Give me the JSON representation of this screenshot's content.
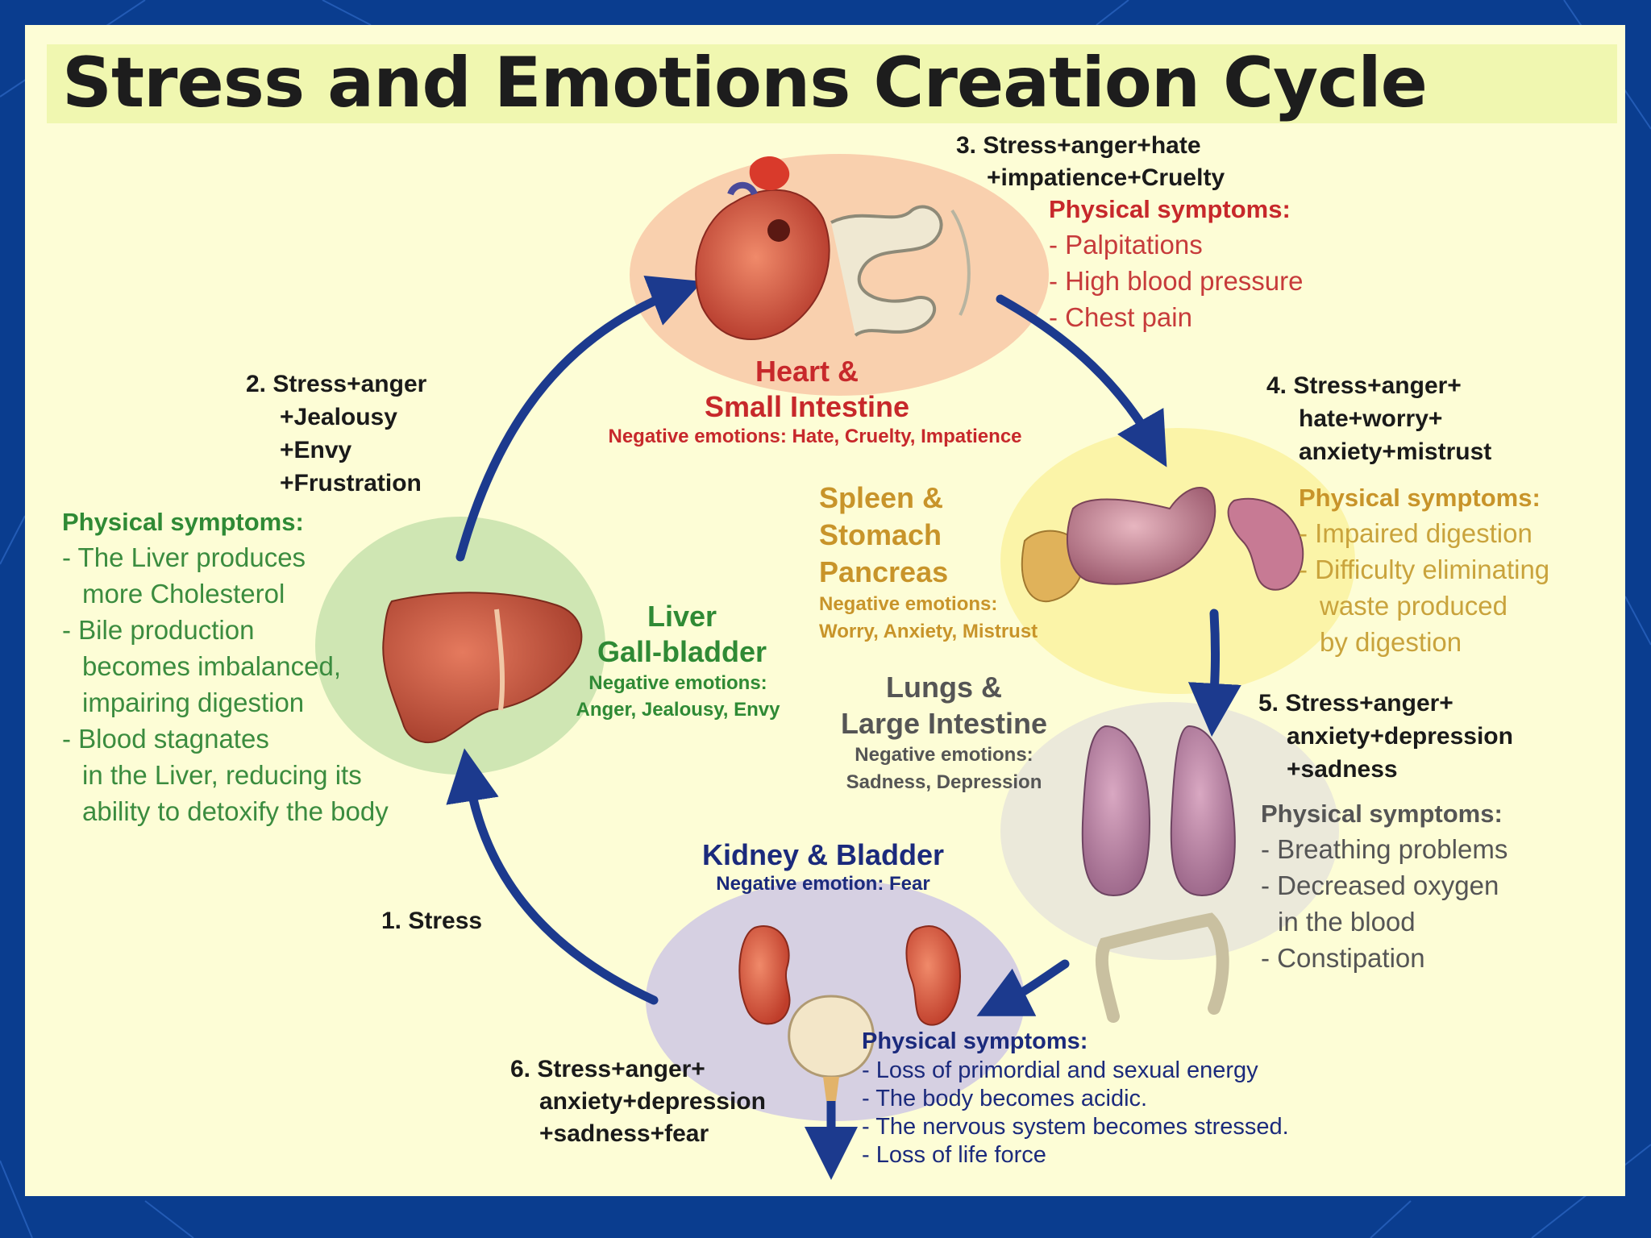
{
  "title": "Stress and Emotions Creation Cycle",
  "stages": {
    "s1": {
      "label": "1. Stress"
    },
    "s2": {
      "lines": [
        "2. Stress+anger",
        "+Jealousy",
        "+Envy",
        "+Frustration"
      ]
    },
    "s3": {
      "lines": [
        "3. Stress+anger+hate",
        "+impatience+Cruelty"
      ]
    },
    "s4": {
      "lines": [
        "4. Stress+anger+",
        "hate+worry+",
        "anxiety+mistrust"
      ]
    },
    "s5": {
      "lines": [
        "5. Stress+anger+",
        "anxiety+depression",
        "+sadness"
      ]
    },
    "s6": {
      "lines": [
        "6. Stress+anger+",
        "anxiety+depression",
        "+sadness+fear"
      ]
    }
  },
  "organs": {
    "liver": {
      "name_lines": [
        "Liver",
        "Gall-bladder"
      ],
      "emotions_lines": [
        "Negative emotions:",
        "Anger, Jealousy, Envy"
      ],
      "symptoms_heading": "Physical symptoms:",
      "symptoms_lines": [
        "- The Liver produces",
        "more Cholesterol",
        "- Bile production",
        "becomes imbalanced,",
        "impairing digestion",
        "- Blood stagnates",
        "in the Liver, reducing its",
        "ability to detoxify the body"
      ]
    },
    "heart": {
      "name_lines": [
        "Heart &",
        "Small Intestine"
      ],
      "emotions": "Negative emotions: Hate, Cruelty, Impatience",
      "symptoms_heading": "Physical symptoms:",
      "symptoms_lines": [
        "- Palpitations",
        "- High blood pressure",
        "- Chest pain"
      ]
    },
    "spleen": {
      "name_lines": [
        "Spleen &",
        "Stomach",
        "Pancreas"
      ],
      "emotions_lines": [
        "Negative emotions:",
        "Worry, Anxiety, Mistrust"
      ],
      "symptoms_heading": "Physical symptoms:",
      "symptoms_lines": [
        "- Impaired digestion",
        "- Difficulty eliminating",
        "waste produced",
        "by digestion"
      ]
    },
    "lungs": {
      "name_lines": [
        "Lungs &",
        "Large Intestine"
      ],
      "emotions_lines": [
        "Negative emotions:",
        "Sadness, Depression"
      ],
      "symptoms_heading": "Physical symptoms:",
      "symptoms_lines": [
        "- Breathing problems",
        "- Decreased oxygen",
        "in the blood",
        "- Constipation"
      ]
    },
    "kidney": {
      "name": "Kidney & Bladder",
      "emotions": "Negative emotion: Fear",
      "symptoms_heading": "Physical symptoms:",
      "symptoms_lines": [
        "- Loss of primordial and sexual energy",
        "- The body becomes acidic.",
        "- The nervous system becomes stressed.",
        "- Loss of life force"
      ]
    }
  },
  "colors": {
    "arrow": "#1c3a8e",
    "liver_text": "#2f8a35",
    "heart_text": "#c7282b",
    "spleen_text": "#c8942a",
    "lungs_text": "#555555",
    "kidney_text": "#1b2a7c"
  },
  "icons": [
    "liver-icon",
    "heart-icon",
    "small-intestine-icon",
    "stomach-icon",
    "spleen-icon",
    "pancreas-icon",
    "lungs-icon",
    "large-intestine-icon",
    "kidney-icon",
    "bladder-icon"
  ]
}
